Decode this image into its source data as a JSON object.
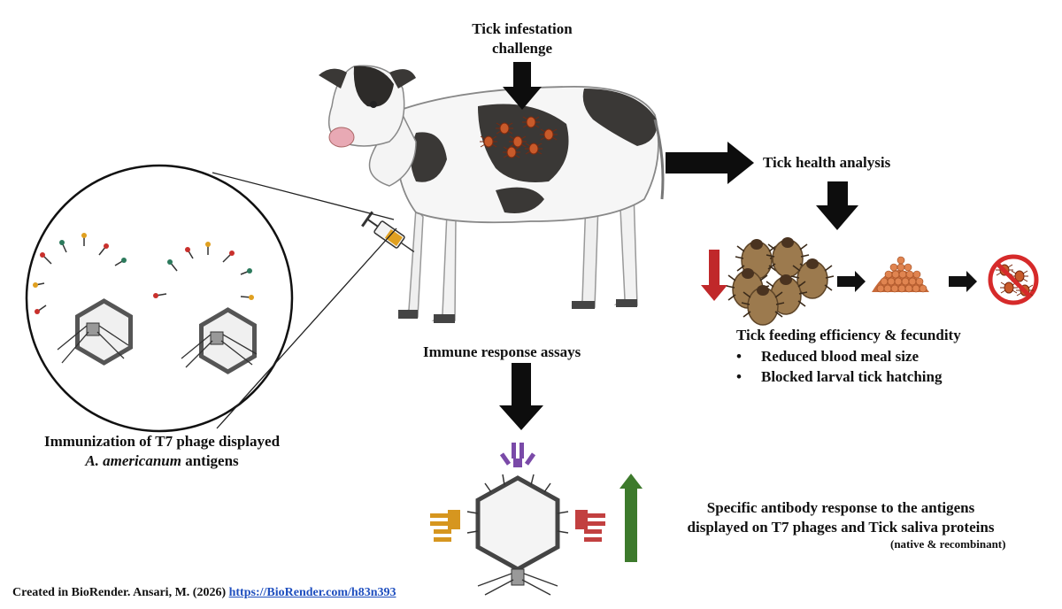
{
  "labels": {
    "tick_challenge_line1": "Tick infestation",
    "tick_challenge_line2": "challenge",
    "tick_health": "Tick health analysis",
    "immune_assays": "Immune response assays",
    "feeding_title": "Tick feeding efficiency & fecundity",
    "feeding_bullet1": "Reduced blood meal size",
    "feeding_bullet2": "Blocked larval tick hatching",
    "bullet_char": "•",
    "immunization_line1": "Immunization of T7 phage displayed",
    "immunization_line2_italic": "A. americanum",
    "immunization_line2_rest": " antigens",
    "antibody_line1": "Specific antibody response to the antigens",
    "antibody_line2": "displayed on T7 phages and Tick saliva proteins",
    "antibody_line3": "(native & recombinant)"
  },
  "credit": {
    "text": "Created in BioRender. Ansari, M. (2026) ",
    "link": "https://BioRender.com/h83n393"
  },
  "colors": {
    "arrow": "#0d0d0d",
    "down_arrow": "#c0282a",
    "up_arrow": "#3d7a2c",
    "tick_body": "#9c7a4e",
    "eggs": "#c86a3a",
    "antibody_purple": "#7a4aa8",
    "antibody_gold": "#d6961f",
    "antibody_red": "#c24040",
    "no_sign": "#d62a2a",
    "cow_spots": "#3a3836"
  },
  "icons": [
    "cow",
    "syringe",
    "t7-phage",
    "tick",
    "tick-eggs",
    "no-ticks",
    "antibody"
  ]
}
